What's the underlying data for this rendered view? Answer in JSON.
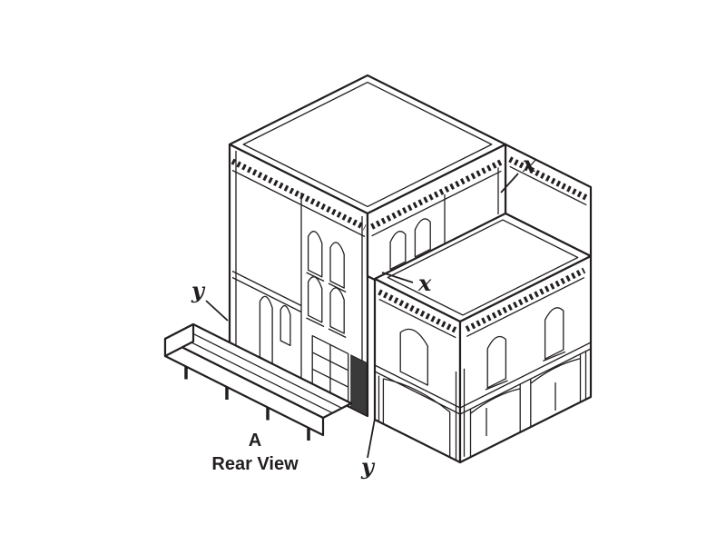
{
  "figure": {
    "background_color": "#ffffff",
    "line_color": "#231f20",
    "caption": {
      "letter": "A",
      "title": "Rear View"
    },
    "labels": {
      "x_upper": "x",
      "x_lower": "x",
      "y_upper": "y",
      "y_lower": "y"
    }
  }
}
